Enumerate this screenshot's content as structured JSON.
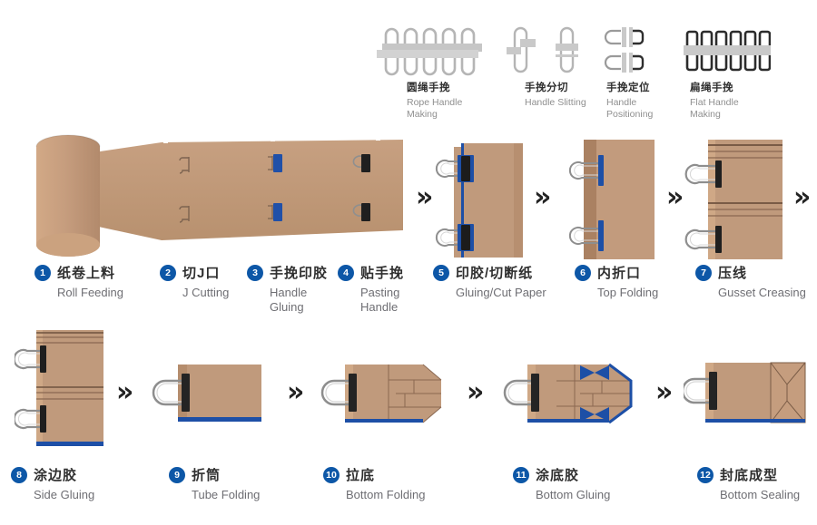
{
  "symbols": {
    "arrow": "»"
  },
  "colors": {
    "paper": "#c09a7c",
    "paper_light": "#cfa886",
    "paper_dark": "#b58d6d",
    "crease": "#8a6851",
    "glue_blue": "#1d4fa6",
    "badge_blue": "#0d57a7",
    "handle_black": "#1f1f1f",
    "icon_gray": "#c9c9c9",
    "text_dark": "#2f2f2f",
    "text_gray": "#6e6e73"
  },
  "top_icons": [
    {
      "zh": "圆绳手挽",
      "en": "Rope Handle Making"
    },
    {
      "zh": "手挽分切",
      "en": "Handle Slitting"
    },
    {
      "zh": "手挽定位",
      "en": "Handle Positioning"
    },
    {
      "zh": "扁绳手挽",
      "en": "Flat Handle Making"
    }
  ],
  "steps": [
    {
      "num": "1",
      "zh": "纸卷上料",
      "en": "Roll Feeding"
    },
    {
      "num": "2",
      "zh": "切J口",
      "en": "J Cutting"
    },
    {
      "num": "3",
      "zh": "手挽印胶",
      "en": "Handle Gluing"
    },
    {
      "num": "4",
      "zh": "贴手挽",
      "en": "Pasting Handle"
    },
    {
      "num": "5",
      "zh": "印胶/切断纸",
      "en": "Gluing/Cut Paper"
    },
    {
      "num": "6",
      "zh": "内折口",
      "en": "Top Folding"
    },
    {
      "num": "7",
      "zh": "压线",
      "en": "Gusset Creasing"
    },
    {
      "num": "8",
      "zh": "涂边胶",
      "en": "Side Gluing"
    },
    {
      "num": "9",
      "zh": "折筒",
      "en": "Tube Folding"
    },
    {
      "num": "10",
      "zh": "拉底",
      "en": "Bottom Folding"
    },
    {
      "num": "11",
      "zh": "涂底胶",
      "en": "Bottom Gluing"
    },
    {
      "num": "12",
      "zh": "封底成型",
      "en": "Bottom Sealing"
    }
  ]
}
